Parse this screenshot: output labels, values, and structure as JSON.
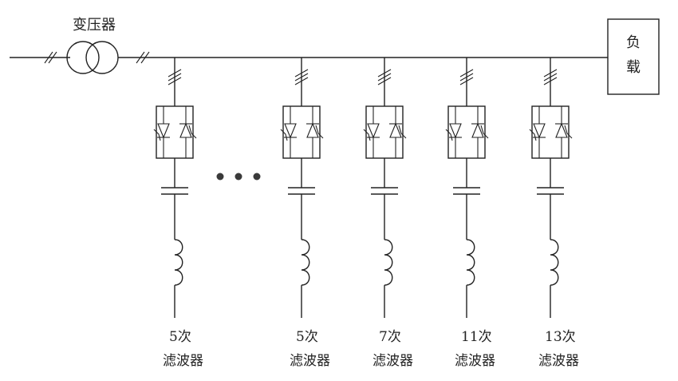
{
  "transformer_label": "变压器",
  "load_label": [
    "负",
    "载"
  ],
  "branches": [
    {
      "order": "5次",
      "name": "滤波器"
    },
    {
      "order": "5次",
      "name": "滤波器"
    },
    {
      "order": "7次",
      "name": "滤波器"
    },
    {
      "order": "11次",
      "name": "滤波器"
    },
    {
      "order": "13次",
      "name": "滤波器"
    }
  ],
  "ellipsis_dots": 3,
  "colors": {
    "line": "#222222",
    "dot": "#3a3a3a"
  }
}
